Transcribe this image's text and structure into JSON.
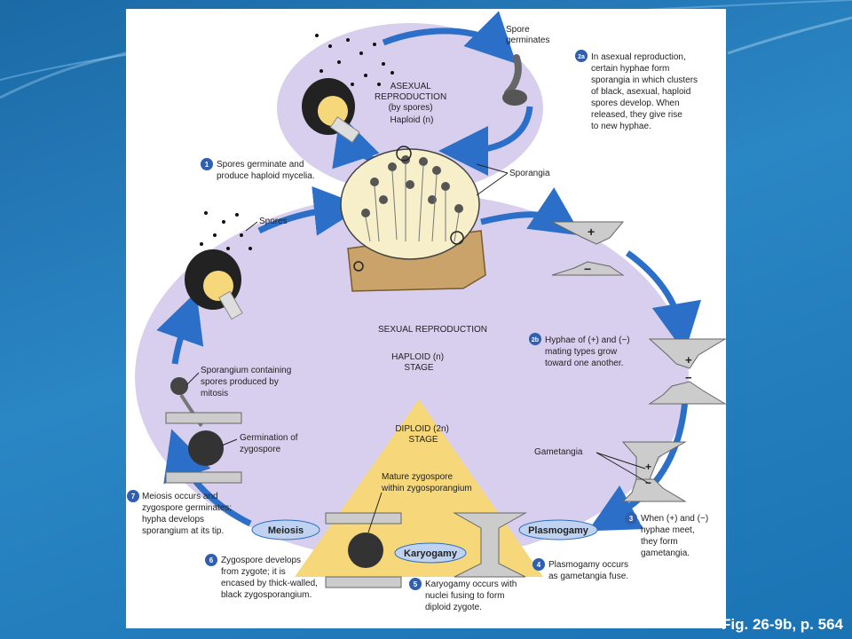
{
  "labels": {
    "spore_germinates": [
      "Spore",
      "germinates"
    ],
    "asexual": [
      "ASEXUAL",
      "REPRODUCTION",
      "(by spores)",
      "Haploid (n)"
    ],
    "step2a": [
      "In asexual reproduction,",
      "certain hyphae form",
      "sporangia in which clusters",
      "of black, asexual, haploid",
      "spores develop. When",
      "released, they give rise",
      "to new hyphae."
    ],
    "step1": [
      "Spores germinate and",
      "produce haploid mycelia."
    ],
    "sporangia": "Sporangia",
    "spores": "Spores",
    "sexual": "SEXUAL REPRODUCTION",
    "haploid_stage": [
      "HAPLOID (n)",
      "STAGE"
    ],
    "step2b": [
      "Hyphae of (+) and (−)",
      "mating types grow",
      "toward one another."
    ],
    "sporangium_mitosis": [
      "Sporangium containing",
      "spores produced by",
      "mitosis"
    ],
    "germination": [
      "Germination of",
      "zygospore"
    ],
    "diploid_stage": [
      "DIPLOID (2n)",
      "STAGE"
    ],
    "gametangia": "Gametangia",
    "mature_zygospore": [
      "Mature zygospore",
      "within zygosporangium"
    ],
    "step7": [
      "Meiosis occurs and",
      "zygospore germinates;",
      "hypha develops",
      "sporangium at its tip."
    ],
    "step3": [
      "When (+) and (−)",
      "hyphae meet,",
      "they form",
      "gametangia."
    ],
    "meiosis": "Meiosis",
    "plasmogamy": "Plasmogamy",
    "karyogamy": "Karyogamy",
    "step6": [
      "Zygospore develops",
      "from zygote; it is",
      "encased by thick-walled,",
      "black zygosporangium."
    ],
    "step4": [
      "Plasmogamy occurs",
      "as gametangia fuse."
    ],
    "step5": [
      "Karyogamy occurs with",
      "nuclei fusing to form",
      "diploid zygote."
    ],
    "plus": "+",
    "minus": "−"
  },
  "step_numbers": {
    "s1": "1",
    "s2a": "2a",
    "s2b": "2b",
    "s3": "3",
    "s4": "4",
    "s5": "5",
    "s6": "6",
    "s7": "7"
  },
  "caption": "Fig. 26-9b, p. 564",
  "colors": {
    "background": "#1f78b8",
    "cycle_fill": "#d8cfee",
    "arrow": "#2c6fc8",
    "diploid_fill": "#f6d77a",
    "step_badge": "#2f5fae",
    "pill_fill": "#bfd3f0"
  }
}
